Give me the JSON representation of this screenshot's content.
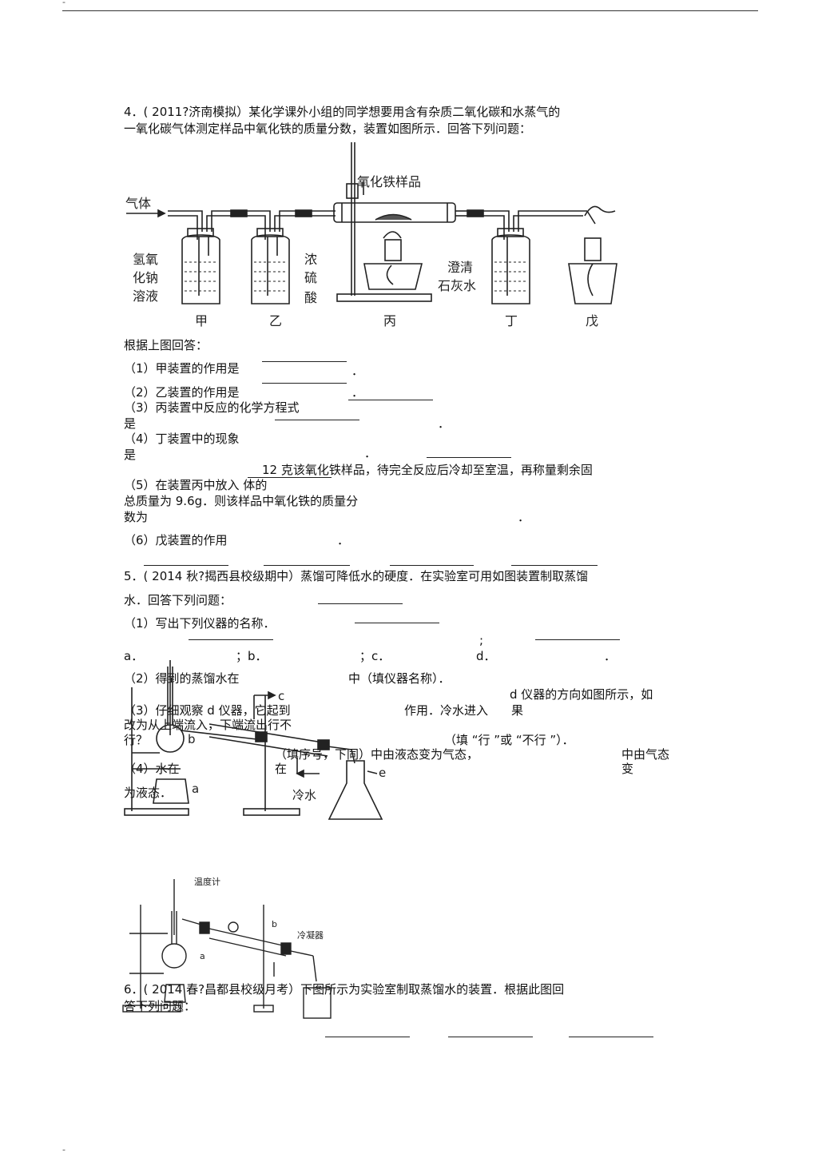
{
  "header": {
    "mark": "-"
  },
  "footer": {
    "mark": "-"
  },
  "q4": {
    "line1": "4．(  2011?济南模拟）某化学课外小组的同学想要用含有杂质二氧化碳和水蒸气的",
    "line2": "一氧化碳气体测定样品中氧化铁的质量分数，装置如图所示．回答下列问题：",
    "figure": {
      "gas": "气体",
      "sample": "氧化铁样品",
      "naoh_1": "氢氧",
      "naoh_2": "化钠",
      "naoh_3": "溶液",
      "acid_1": "浓",
      "acid_2": "硫",
      "acid_3": "酸",
      "lime_1": "澄清",
      "lime_2": "石灰水",
      "jia": "甲",
      "yi": "乙",
      "bing": "丙",
      "ding": "丁",
      "wu": "戊"
    },
    "intro": "根据上图回答：",
    "p1": "（1）甲装置的作用是",
    "p1_end": "．",
    "p2": "（2）乙装置的作用是",
    "p2_end": "．",
    "p3": "（3）丙装置中反应的化学方程式",
    "p3_b": "是",
    "p3_end": "．",
    "p4": "（4）丁装置中的现象",
    "p4_b": "是",
    "p4_end": "．",
    "p5_a": "12 克该氧化铁样品，待完全反应后冷却至室温，再称量剩余固",
    "p5_b": "（5）在装置丙中放入  体的",
    "p5_c": "总质量为   9.6g．则该样品中氧化铁的质量分",
    "p5_d": "数为",
    "p5_end": "．",
    "p6": "（6）戊装置的作用",
    "p6_end": "．"
  },
  "q5": {
    "line1": "5．(  2014 秋?揭西县校级期中）蒸馏可降低水的硬度．在实验室可用如图装置制取蒸馏",
    "line2": "水．回答下列问题：",
    "p1": "（1）写出下列仪器的名称．",
    "semi1": ";",
    "labels_a": "a．",
    "labels_b": "；b．",
    "labels_c": "；c．",
    "labels_d": "d．",
    "labels_end": "．",
    "p2_a": "（2）得到的蒸馏水在",
    "p2_b": "中（填仪器名称）．",
    "p3_right": "d 仪器的方向如图所示，如",
    "p3_a": "（3）仔细观察  d 仪器，它起到",
    "p3_b": "作用．冷水进入",
    "p3_c": "果",
    "p3_d": "改为从上端流入，下端流出行不",
    "p3_e": "行？",
    "p3_f": "（填  “行 ”或  “不行 ”）．",
    "p4_a": "（填序号，下同）中由液态变为气态，",
    "p4_b": "中由气态",
    "p4_c": "（4）水在",
    "p4_d": "在",
    "p4_e": "变",
    "p4_f": "为液态．",
    "fig_c": "c",
    "fig_b": "b",
    "fig_a": "a",
    "fig_e": "e",
    "fig_water": "冷水"
  },
  "q6": {
    "line1": "6．(  2014 春?昌都县校级月考）下图所示为实验室制取蒸馏水的装置．根据此图回",
    "line2": "答下列问题：",
    "fig_thermo": "温度计",
    "fig_condenser": "冷凝器",
    "fig_b": "b",
    "fig_a": "a"
  }
}
